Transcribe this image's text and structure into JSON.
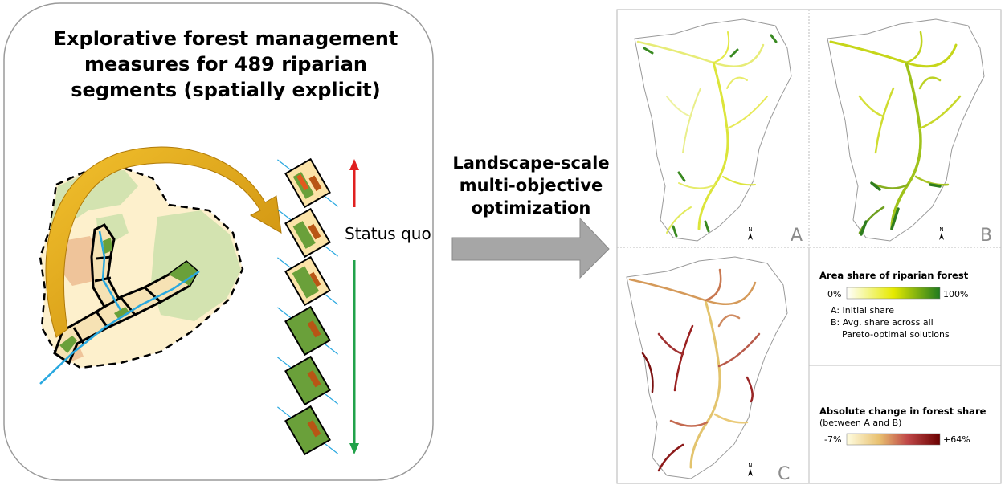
{
  "left_panel": {
    "title_lines": [
      "Explorative forest management",
      "measures for 489 riparian",
      "segments (spatially explicit)"
    ],
    "status_label": "Status quo"
  },
  "center": {
    "label_lines": [
      "Landscape-scale",
      "multi-objective",
      "optimization"
    ]
  },
  "maps": {
    "a_label": "A",
    "b_label": "B",
    "c_label": "C",
    "north_symbol": "N"
  },
  "legend_forest": {
    "title": "Area share of riparian forest",
    "min_label": "0%",
    "max_label": "100%",
    "note_a": "A: Initial share",
    "note_b_line1": "B: Avg. share across all",
    "note_b_line2": "Pareto-optimal solutions"
  },
  "legend_change": {
    "title": "Absolute change in forest share",
    "subtitle": "(between A and B)",
    "min_label": "-7%",
    "max_label": "+64%"
  },
  "colors": {
    "forest_dark": "#6aa03a",
    "arrow_red": "#e02020",
    "arrow_green": "#21a24a",
    "river_blue": "#29a8e0",
    "grey_arrow": "#a6a6a6",
    "gold_arrow": "#e6a817",
    "scale_forest": [
      "#ffffff",
      "#e6ea00",
      "#1f7a1f"
    ],
    "scale_change": [
      "#fffde0",
      "#e8b050",
      "#c04848",
      "#6b0000"
    ]
  }
}
